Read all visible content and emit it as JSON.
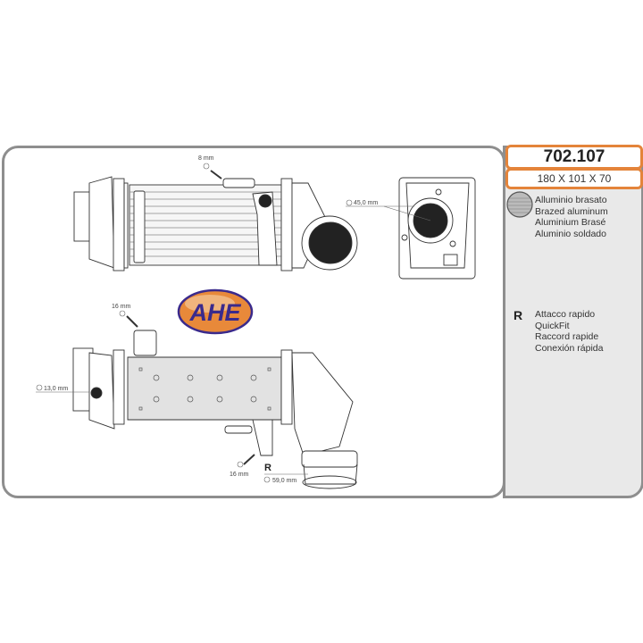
{
  "product": {
    "code": "702.107",
    "dimensions": "180 X 101 X 70"
  },
  "brand": {
    "logo_text": "AHE",
    "colors": {
      "text": "#3a2a8c",
      "fill": "#e8893a",
      "frame": "#3a2a8c"
    }
  },
  "material": {
    "icon": "brazed-core-icon",
    "lines": [
      "Alluminio brasato",
      "Brazed aluminum",
      "Aluminium Brasé",
      "Aluminio soldado"
    ]
  },
  "connection": {
    "symbol": "R",
    "lines": [
      "Attacco rapido",
      "QuickFit",
      "Raccord rapide",
      "Conexión rápida"
    ]
  },
  "drawing_labels": {
    "top_inlet": "8 mm",
    "outlet_diameter": "45,0 mm",
    "bottom_inlet": "16 mm",
    "side_port": "13,0 mm",
    "bottom_outlet": "16 mm",
    "quickfit_marker": "R",
    "quickfit_diameter": "59,0 mm"
  },
  "colors": {
    "accent": "#e4843a",
    "border": "#8e8e8e",
    "panel": "#e9e9e9"
  }
}
